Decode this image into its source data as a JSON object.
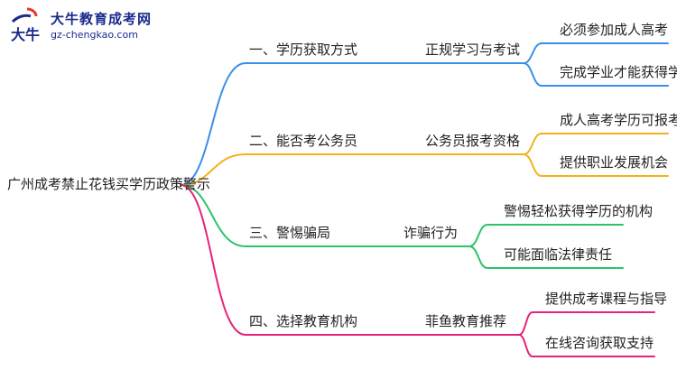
{
  "logo": {
    "mark_text": "大牛",
    "title": "大牛教育成考网",
    "url": "gz-chengkao.com"
  },
  "mindmap": {
    "root": "广州成考禁止花钱买学历政策警示",
    "branches": [
      {
        "label": "一、学历获取方式",
        "sub": "正规学习与考试",
        "color": "#3b8ee8",
        "leaves": [
          "必须参加成人高考",
          "完成学业才能获得学历"
        ]
      },
      {
        "label": "二、能否考公务员",
        "sub": "公务员报考资格",
        "color": "#f2b21d",
        "leaves": [
          "成人高考学历可报考",
          "提供职业发展机会"
        ]
      },
      {
        "label": "三、警惕骗局",
        "sub": "诈骗行为",
        "color": "#2cc36b",
        "leaves": [
          "警惕轻松获得学历的机构",
          "可能面临法律责任"
        ]
      },
      {
        "label": "四、选择教育机构",
        "sub": "菲鱼教育推荐",
        "color": "#e8217a",
        "leaves": [
          "提供成考课程与指导",
          "在线咨询获取支持"
        ]
      }
    ]
  }
}
